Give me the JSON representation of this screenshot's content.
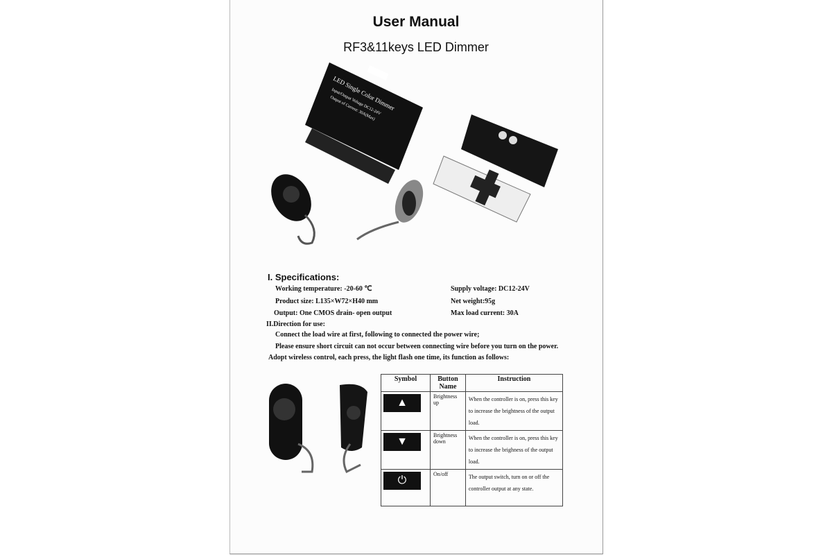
{
  "title": "User Manual",
  "subtitle": "RF3&11keys LED Dimmer",
  "device_label": {
    "line1": "LED Single Color Dimmer",
    "line2": "Input/Output Voltage DC12-24V",
    "line3": "Output of Current: 30A(Max)"
  },
  "spec_heading": "I. Specifications:",
  "specs": {
    "temp": "Working temperature: -20-60 ℃",
    "size": "Product size: L135×W72×H40 mm",
    "output": "Output: One CMOS drain- open output",
    "voltage": "Supply voltage: DC12-24V",
    "weight": "Net weight:95g",
    "current": "Max load current:   30A"
  },
  "direction_heading": "II.Direction for use:",
  "directions": [
    "Connect the load wire at first, following to connected the power wire;",
    "Please ensure short circuit can not occur between connecting wire before you turn on the power.",
    "Adopt wireless control, each press, the light flash one time, its function as follows:"
  ],
  "table": {
    "headers": [
      "Symbol",
      "Button Name",
      "Instruction"
    ],
    "rows": [
      {
        "symbol": "▲",
        "name": "Brightness up",
        "instruction": "When the controller is on, press this key to increase the brightness of the output load."
      },
      {
        "symbol": "▼",
        "name": "Brightness down",
        "instruction": "When the controller is on, press this key to increase the brighness of the output load."
      },
      {
        "symbol": "⏻",
        "name": "On/off",
        "instruction": "The output switch, turn on or off the controller output at any state."
      }
    ]
  }
}
